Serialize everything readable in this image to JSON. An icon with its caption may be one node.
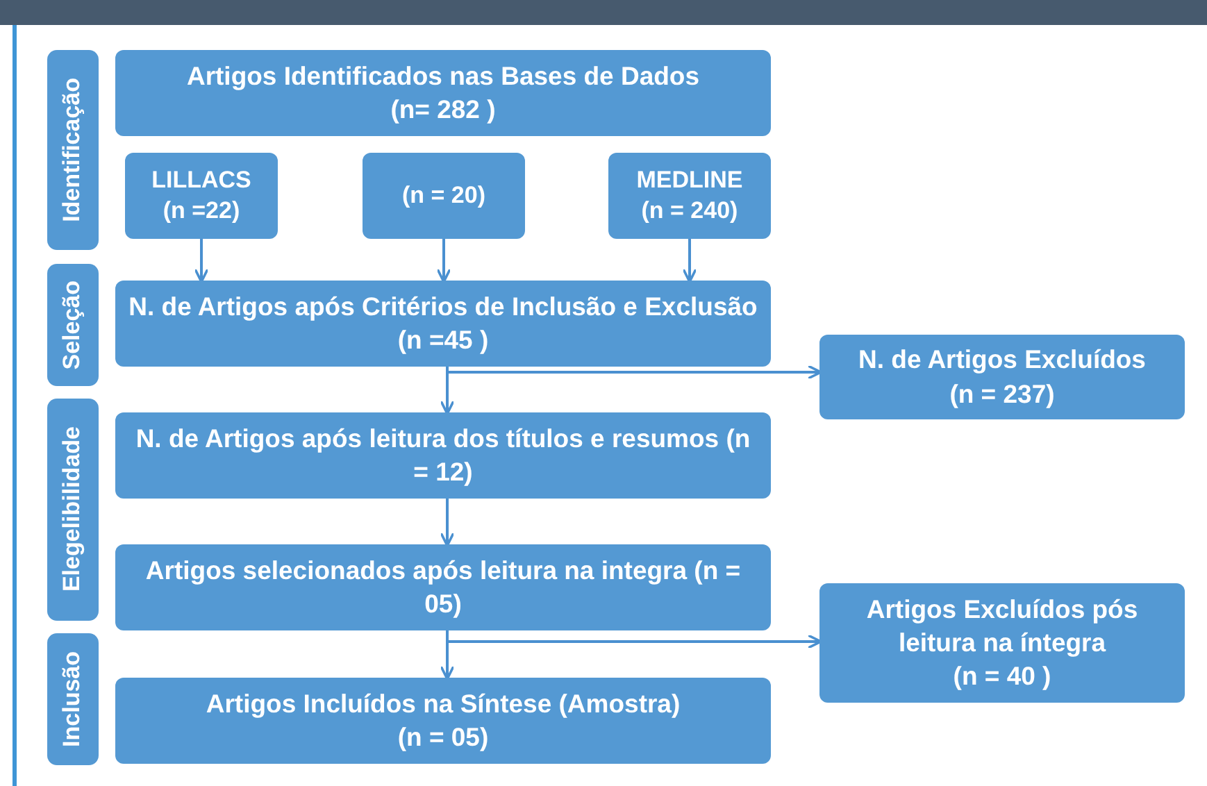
{
  "diagram": {
    "nodes": [
      {
        "text": [
          "Identificação"
        ]
      },
      {
        "text": [
          "Seleção"
        ]
      },
      {
        "text": [
          "Elegelibilidade"
        ]
      },
      {
        "text": [
          "Inclusão"
        ]
      },
      {
        "text": [
          "Artigos Identificados nas Bases de Dados",
          "(n= 282 )"
        ]
      },
      {
        "text": [
          "LILLACS",
          "(n =22)"
        ]
      },
      {
        "text": [
          "(n = 20)"
        ]
      },
      {
        "text": [
          "MEDLINE",
          "(n = 240)"
        ]
      },
      {
        "text": [
          "N. de Artigos após Critérios de Inclusão e Exclusão (n =45 )"
        ]
      },
      {
        "text": [
          "N. de Artigos Excluídos",
          "(n = 237)"
        ]
      },
      {
        "text": [
          "N. de Artigos após leitura dos títulos e resumos (n = 12)"
        ]
      },
      {
        "text": [
          "Artigos selecionados após leitura na integra (n = 05)"
        ]
      },
      {
        "text": [
          "Artigos Excluídos pós leitura na íntegra",
          "(n = 40 )"
        ]
      },
      {
        "text": [
          "Artigos Incluídos na Síntese (Amostra)",
          "(n = 05)"
        ]
      }
    ],
    "edges": [
      {
        "from": 5,
        "to": 8,
        "arrow": "to"
      },
      {
        "from": 6,
        "to": 8,
        "arrow": "to"
      },
      {
        "from": 7,
        "to": 8,
        "arrow": "to"
      },
      {
        "from": 8,
        "to": 10,
        "arrow": "to"
      },
      {
        "from": 8,
        "to": 9,
        "arrow": "to"
      },
      {
        "from": 10,
        "to": 11,
        "arrow": "to"
      },
      {
        "from": 11,
        "to": 13,
        "arrow": "to"
      },
      {
        "from": 11,
        "to": 12,
        "arrow": "to"
      }
    ]
  }
}
